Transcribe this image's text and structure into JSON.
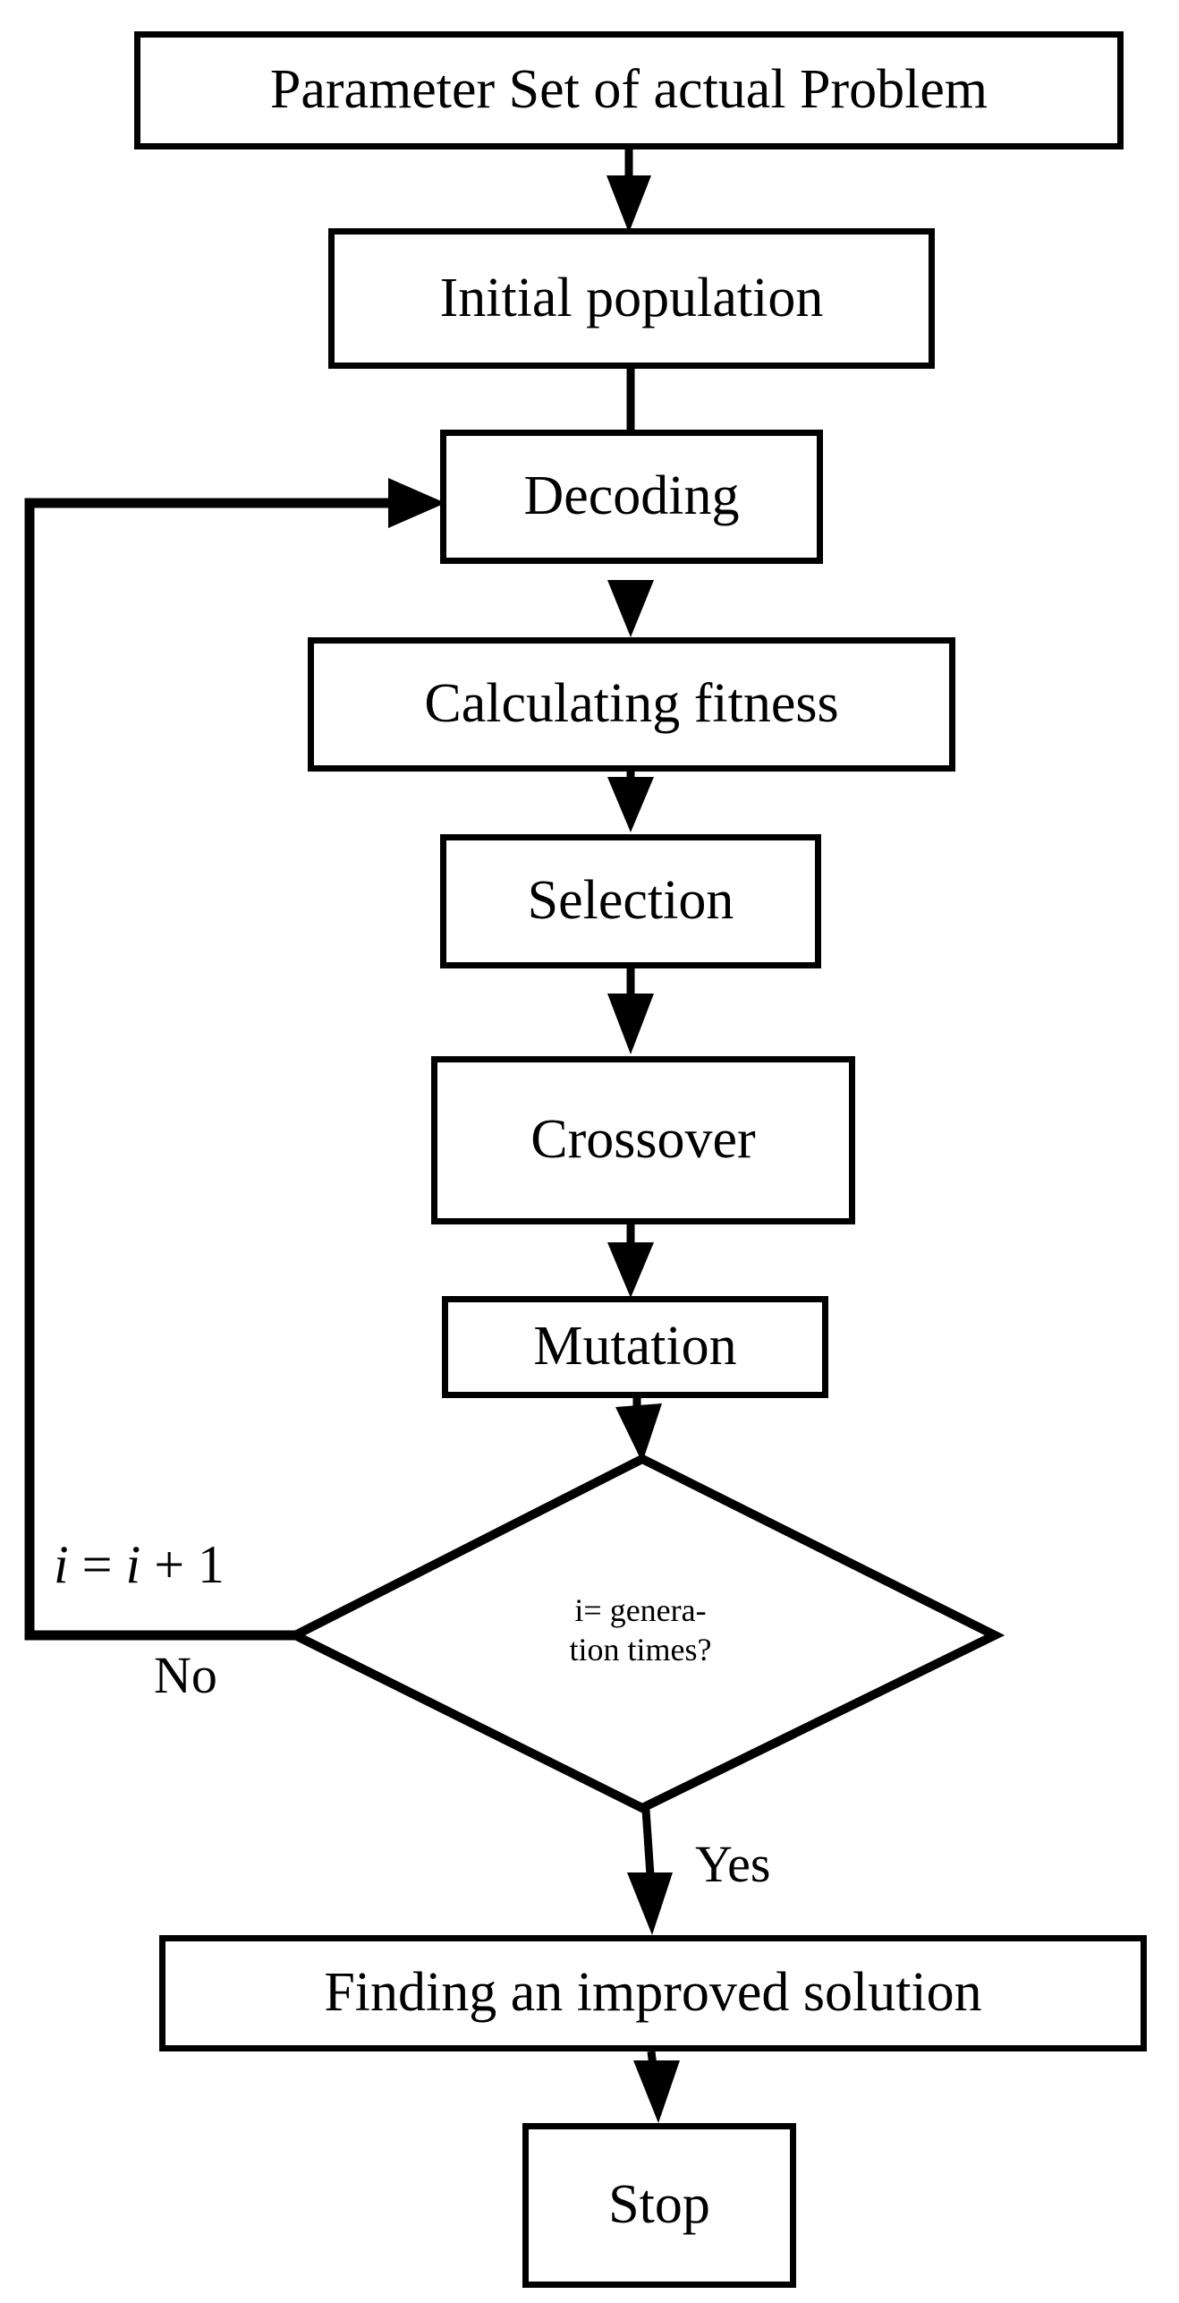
{
  "diagram": {
    "title": "Genetic Algorithm Flowchart",
    "type": "flowchart",
    "background_color": "#ffffff",
    "stroke_color": "#000000",
    "nodes": [
      {
        "id": "parameter-set",
        "shape": "rectangle",
        "label": "Parameter Set of actual Problem"
      },
      {
        "id": "initial-population",
        "shape": "rectangle",
        "label": "Initial population"
      },
      {
        "id": "decoding",
        "shape": "rectangle",
        "label": "Decoding"
      },
      {
        "id": "calculating-fitness",
        "shape": "rectangle",
        "label": "Calculating fitness"
      },
      {
        "id": "selection",
        "shape": "rectangle",
        "label": "Selection"
      },
      {
        "id": "crossover",
        "shape": "rectangle",
        "label": "Crossover"
      },
      {
        "id": "mutation",
        "shape": "rectangle",
        "label": "Mutation"
      },
      {
        "id": "decision",
        "shape": "diamond",
        "label_line1": "i=  genera-",
        "label_line2": "tion times?"
      },
      {
        "id": "finding-solution",
        "shape": "rectangle",
        "label": "Finding an improved solution"
      },
      {
        "id": "stop",
        "shape": "rectangle",
        "label": "Stop"
      }
    ],
    "edge_labels": {
      "no": "No",
      "yes": "Yes",
      "increment_i1": "i",
      "increment_eq": " = ",
      "increment_i2": "i",
      "increment_plus": " + 1"
    }
  }
}
